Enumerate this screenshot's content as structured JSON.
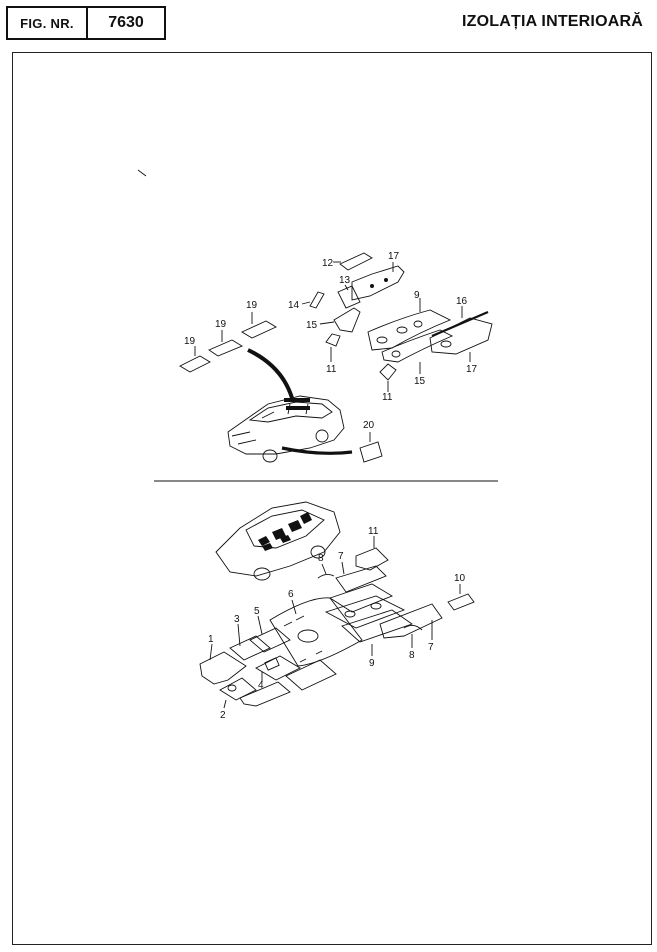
{
  "header": {
    "fig_label": "FIG. NR.",
    "fig_number": "7630",
    "title": "IZOLAȚIA INTERIOARĂ"
  },
  "callouts_top": [
    "12",
    "17",
    "13",
    "14",
    "19",
    "19",
    "19",
    "15",
    "9",
    "16",
    "11",
    "11",
    "15",
    "17",
    "20"
  ],
  "callouts_bottom": [
    "11",
    "8",
    "7",
    "6",
    "10",
    "3",
    "5",
    "1",
    "9",
    "8",
    "7",
    "4",
    "2"
  ]
}
